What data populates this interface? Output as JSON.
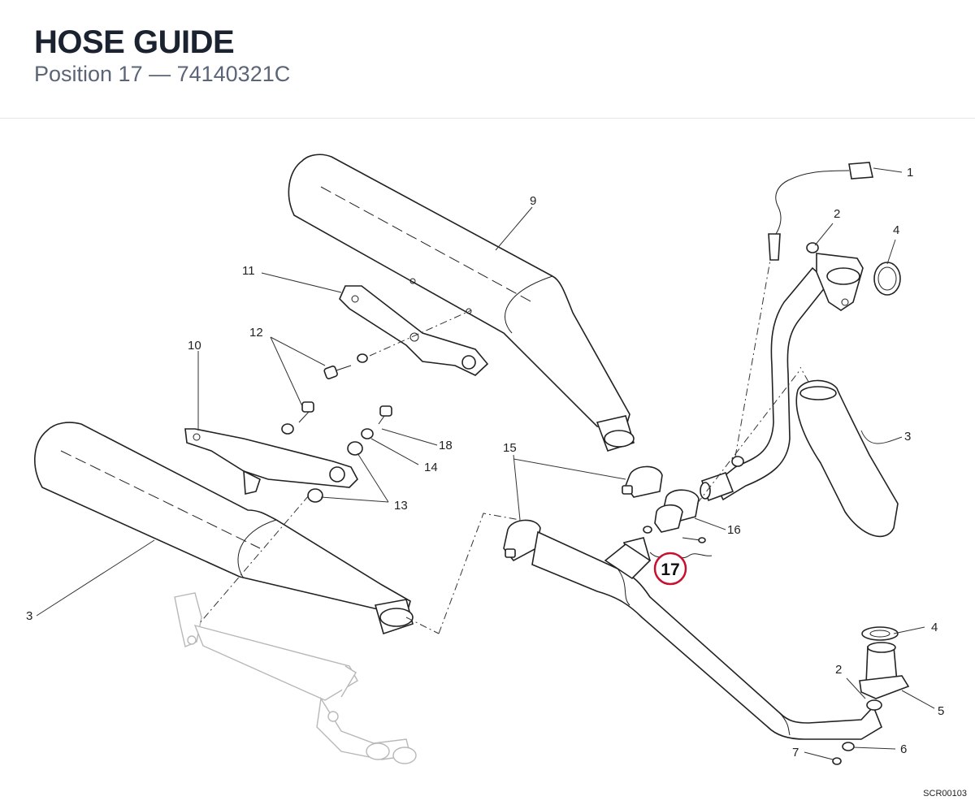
{
  "header": {
    "title": "HOSE GUIDE",
    "subtitle": "Position 17 — 74140321C"
  },
  "highlight": {
    "label": "17",
    "color": "#c8102e"
  },
  "callouts": {
    "c1": "1",
    "c2a": "2",
    "c2b": "2",
    "c3a": "3",
    "c3b": "3",
    "c4a": "4",
    "c4b": "4",
    "c5": "5",
    "c6": "6",
    "c7": "7",
    "c9": "9",
    "c10": "10",
    "c11": "11",
    "c12": "12",
    "c13": "13",
    "c14": "14",
    "c15": "15",
    "c16": "16",
    "c18": "18"
  },
  "footer": {
    "code": "SCR00103"
  }
}
